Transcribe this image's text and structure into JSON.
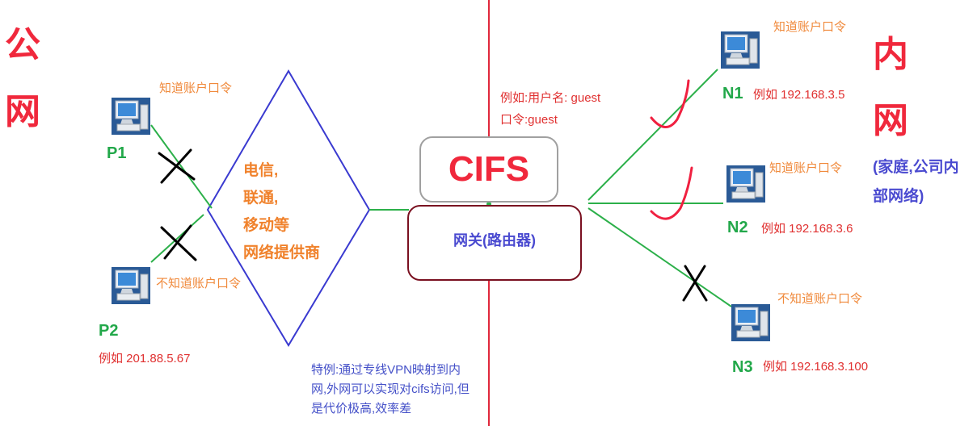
{
  "regions": {
    "public_char1": "公",
    "public_char2": "网",
    "private_char1": "内",
    "private_char2": "网",
    "private_desc_line1": "(家庭,公司内",
    "private_desc_line2": "部网络)"
  },
  "isp": {
    "lines": [
      "电信,",
      "联通,",
      "移动等",
      "网络提供商"
    ]
  },
  "gateway": {
    "protocol": "CIFS",
    "label": "网关(路由器)",
    "example_user": "例如:用户名: guest",
    "example_pass": "口令:guest"
  },
  "vpn_note": "特例:通过专线VPN映射到内网,外网可以实现对cifs访问,但是代价极高,效率差",
  "nodes": {
    "p1": {
      "name": "P1",
      "status": "知道账户口令"
    },
    "p2": {
      "name": "P2",
      "status": "不知道账户口令",
      "ip": "例如 201.88.5.67"
    },
    "n1": {
      "name": "N1",
      "status": "知道账户口令",
      "ip": "例如 192.168.3.5"
    },
    "n2": {
      "name": "N2",
      "status": "知道账户口令",
      "ip": "例如 192.168.3.6"
    },
    "n3": {
      "name": "N3",
      "status": "不知道账户口令",
      "ip": "例如 192.168.3.100"
    }
  },
  "colors": {
    "divider": "#e0283c",
    "link": "#2cb04a",
    "diamond": "#3a3ad0",
    "cross": "#000000",
    "check": "#f02040"
  },
  "icons": {
    "computer": "computer-icon",
    "cross": "cross-mark-icon",
    "check": "check-mark-icon"
  }
}
